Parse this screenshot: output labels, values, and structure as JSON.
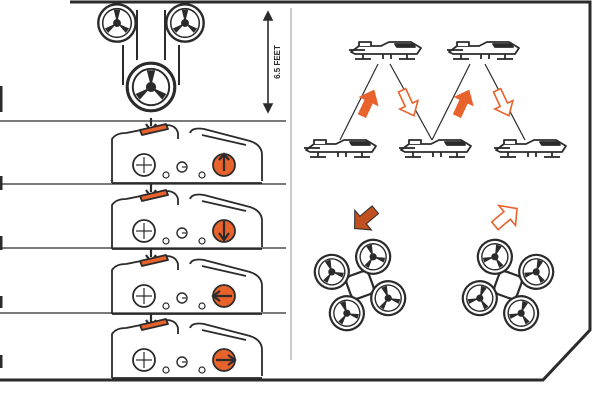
{
  "height_label": "6.5 FEET",
  "colors": {
    "accent": "#e8622c",
    "line": "#2b2b2b",
    "paper": "#ffffff"
  },
  "panels": {
    "left": {
      "steps": [
        {
          "name": "takeoff-height",
          "icon": "drone-top-view-icon"
        },
        {
          "name": "ascend",
          "icon": "controller-stick-up-icon"
        },
        {
          "name": "descend",
          "icon": "controller-stick-down-icon"
        },
        {
          "name": "rotate-left",
          "icon": "controller-stick-left-icon"
        },
        {
          "name": "rotate-right",
          "icon": "controller-stick-right-icon"
        }
      ]
    },
    "right": {
      "icons": [
        "drone-side-view-icon",
        "up-arrow-filled-icon",
        "down-arrow-outline-icon",
        "rotate-arrow-filled-icon",
        "rotate-arrow-outline-icon",
        "drone-top-view-icon"
      ]
    }
  }
}
